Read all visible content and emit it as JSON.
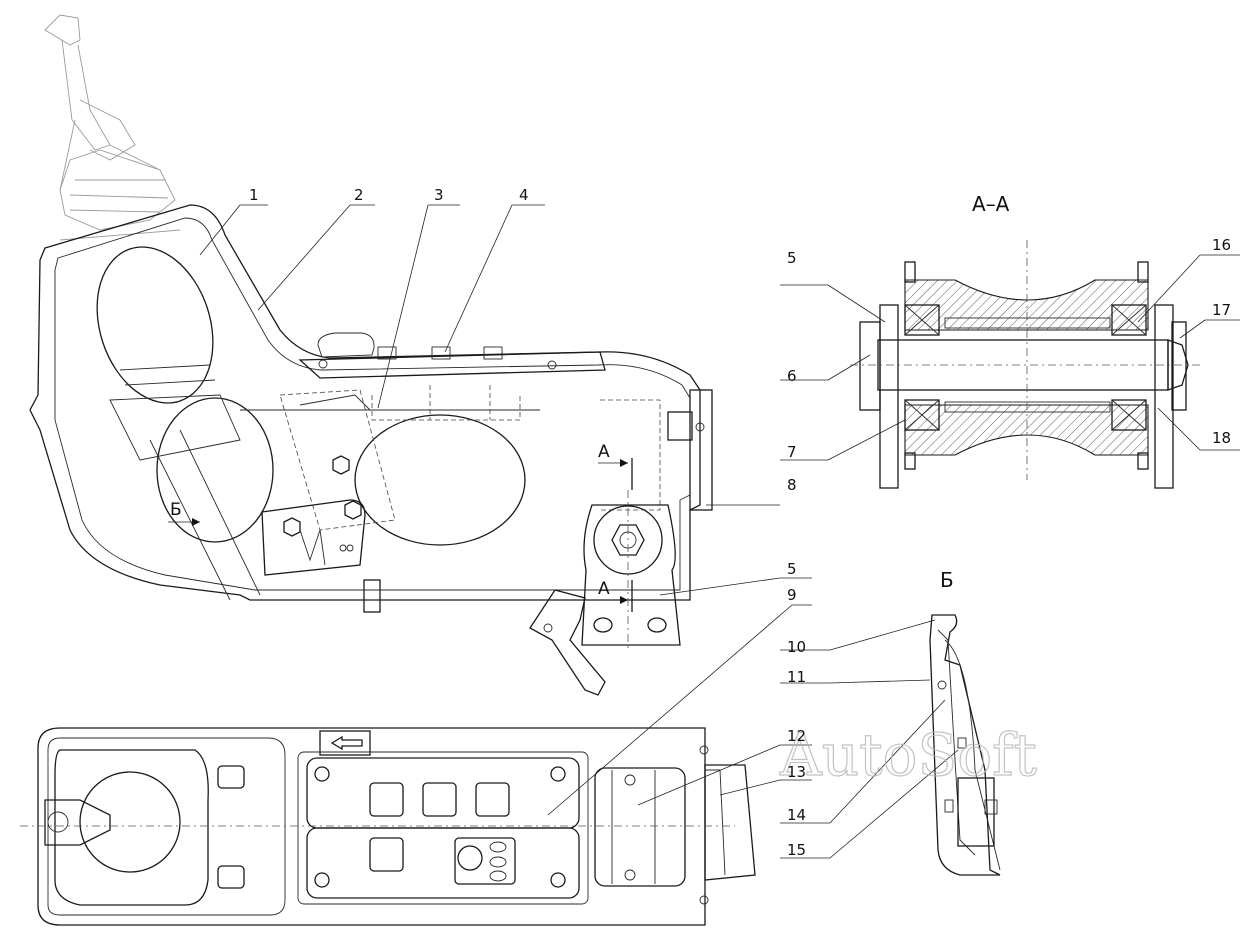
{
  "callouts": [
    "1",
    "2",
    "3",
    "4",
    "5",
    "6",
    "7",
    "8",
    "5",
    "9",
    "10",
    "11",
    "12",
    "13",
    "14",
    "15",
    "16",
    "17",
    "18"
  ],
  "section_labels": {
    "aa_title": "А–А",
    "b_title": "Б",
    "a_mark_top": "А",
    "a_mark_bottom": "А",
    "b_mark": "Б"
  },
  "watermark": "AutoSoft"
}
